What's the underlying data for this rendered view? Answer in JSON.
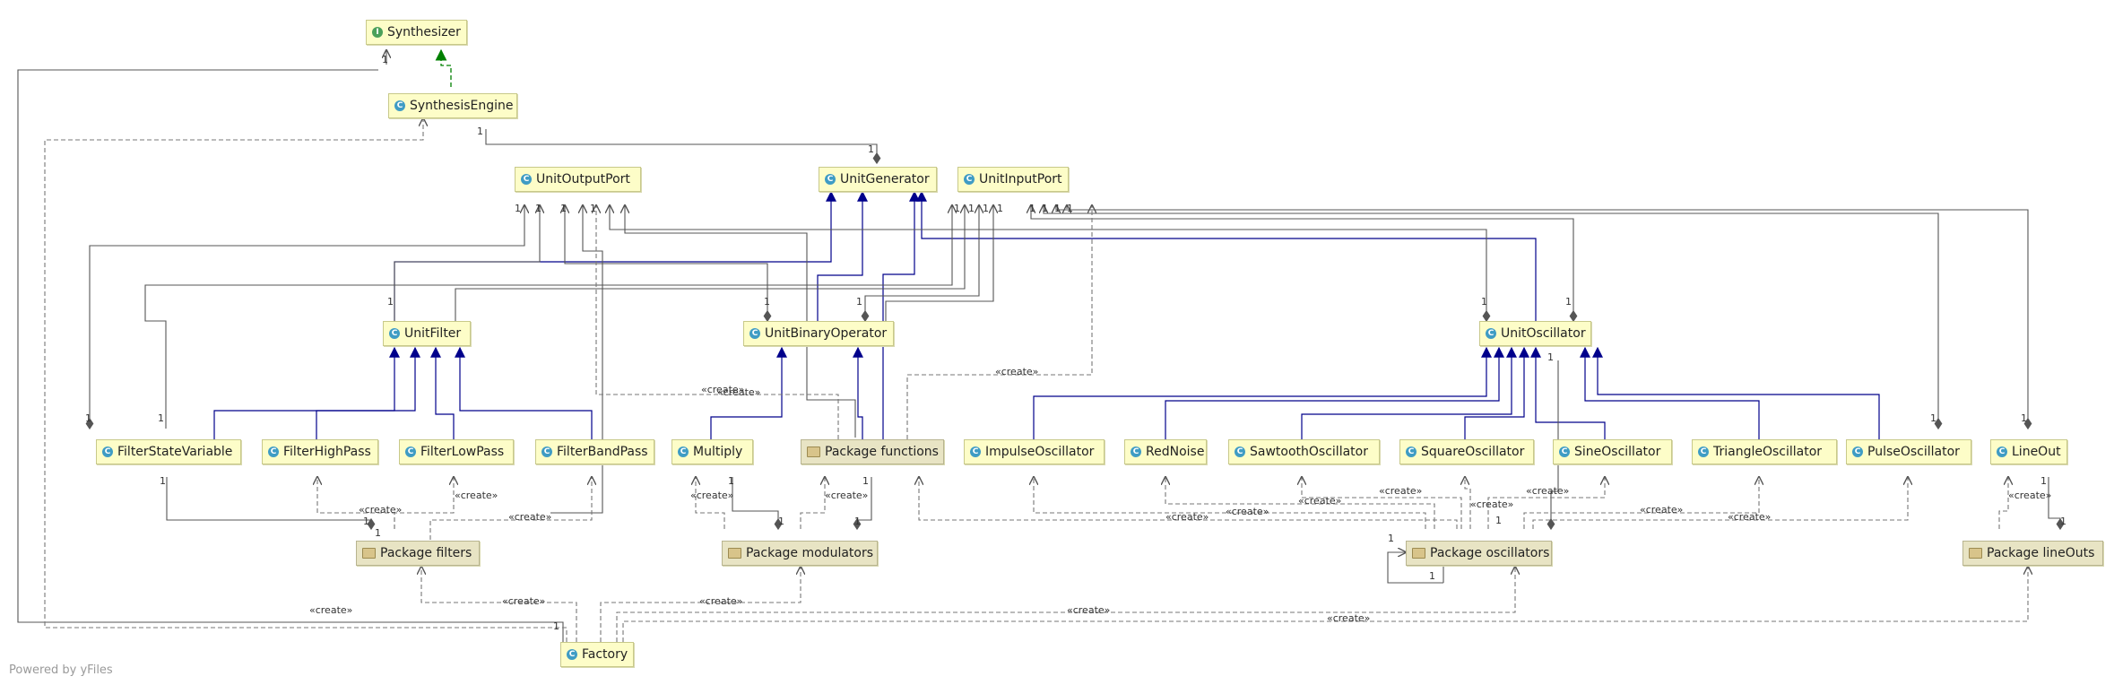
{
  "nodes": {
    "synthesizer": {
      "label": "Synthesizer",
      "kind": "interface"
    },
    "synthesis_engine": {
      "label": "SynthesisEngine",
      "kind": "class"
    },
    "unit_output_port": {
      "label": "UnitOutputPort",
      "kind": "class"
    },
    "unit_generator": {
      "label": "UnitGenerator",
      "kind": "class"
    },
    "unit_input_port": {
      "label": "UnitInputPort",
      "kind": "class"
    },
    "unit_filter": {
      "label": "UnitFilter",
      "kind": "class"
    },
    "unit_binary_operator": {
      "label": "UnitBinaryOperator",
      "kind": "class"
    },
    "unit_oscillator": {
      "label": "UnitOscillator",
      "kind": "class"
    },
    "filter_state_variable": {
      "label": "FilterStateVariable",
      "kind": "class"
    },
    "filter_high_pass": {
      "label": "FilterHighPass",
      "kind": "class"
    },
    "filter_low_pass": {
      "label": "FilterLowPass",
      "kind": "class"
    },
    "filter_band_pass": {
      "label": "FilterBandPass",
      "kind": "class"
    },
    "multiply": {
      "label": "Multiply",
      "kind": "class"
    },
    "package_functions": {
      "label": "Package functions",
      "kind": "package"
    },
    "impulse_oscillator": {
      "label": "ImpulseOscillator",
      "kind": "class"
    },
    "red_noise": {
      "label": "RedNoise",
      "kind": "class"
    },
    "sawtooth_oscillator": {
      "label": "SawtoothOscillator",
      "kind": "class"
    },
    "square_oscillator": {
      "label": "SquareOscillator",
      "kind": "class"
    },
    "sine_oscillator": {
      "label": "SineOscillator",
      "kind": "class"
    },
    "triangle_oscillator": {
      "label": "TriangleOscillator",
      "kind": "class"
    },
    "pulse_oscillator": {
      "label": "PulseOscillator",
      "kind": "class"
    },
    "line_out": {
      "label": "LineOut",
      "kind": "class"
    },
    "package_filters": {
      "label": "Package filters",
      "kind": "package"
    },
    "package_modulators": {
      "label": "Package modulators",
      "kind": "package"
    },
    "package_oscillators": {
      "label": "Package oscillators",
      "kind": "package"
    },
    "package_lineouts": {
      "label": "Package lineOuts",
      "kind": "package"
    },
    "factory": {
      "label": "Factory",
      "kind": "class"
    }
  },
  "edge_labels": {
    "create": "«create»",
    "one": "1"
  },
  "colors": {
    "inheritance": "#00008b",
    "realization": "#008000",
    "association": "#555555",
    "dependency": "#777777"
  },
  "footer": {
    "watermark": "Powered by yFiles"
  }
}
